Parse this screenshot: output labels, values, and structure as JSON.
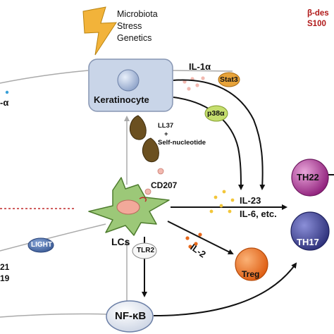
{
  "triggers": [
    "Microbiota",
    "Stress",
    "Genetics"
  ],
  "top_right_partial": [
    "β-des",
    "S100"
  ],
  "left_partial_alpha": "-α",
  "keratinocyte": "Keratinocyte",
  "il1a": "IL-1α",
  "stat3": "Stat3",
  "p38a": "p38α",
  "ll37": "LL37",
  "plus": "+",
  "self_nucleotide": "Self-nucleotide",
  "cd207": "CD207",
  "il23": "IL-23",
  "il6": "IL-6,  etc.",
  "th22": "TH22",
  "th17": "TH17",
  "light": "LIGHT",
  "lcs": "LCs",
  "il2": "IL-2",
  "tlr2": "TLR2",
  "treg": "Treg",
  "nfkb": "NF-κB",
  "left_partial_nums": [
    "21",
    "19"
  ],
  "colors": {
    "accent_red": "#b01818",
    "keratinocyte_fill": "#c9d5e8",
    "lc_fill": "#9cc878",
    "stat3_fill": "#e7a33a",
    "p38_fill": "#c5de6e",
    "th22_fill": "#a0308c",
    "th17_fill": "#3c3f8c",
    "treg_fill": "#e86a1d",
    "light_fill": "#4a6caa",
    "granule_fill": "#6b5020"
  }
}
